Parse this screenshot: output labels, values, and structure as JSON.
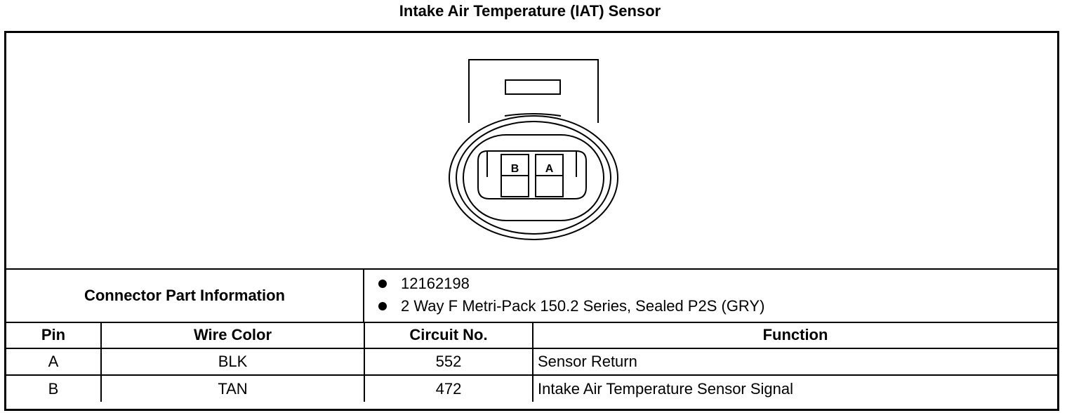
{
  "title": "Intake Air Temperature (IAT) Sensor",
  "connector": {
    "pin_labels": [
      "B",
      "A"
    ]
  },
  "part_info": {
    "label": "Connector Part Information",
    "items": [
      "12162198",
      "2 Way F Metri-Pack 150.2 Series, Sealed P2S (GRY)"
    ]
  },
  "table": {
    "headers": {
      "pin": "Pin",
      "wire_color": "Wire Color",
      "circuit": "Circuit No.",
      "function": "Function"
    },
    "rows": [
      {
        "pin": "A",
        "wire_color": "BLK",
        "circuit": "552",
        "function": "Sensor Return"
      },
      {
        "pin": "B",
        "wire_color": "TAN",
        "circuit": "472",
        "function": "Intake Air Temperature Sensor Signal"
      }
    ]
  }
}
